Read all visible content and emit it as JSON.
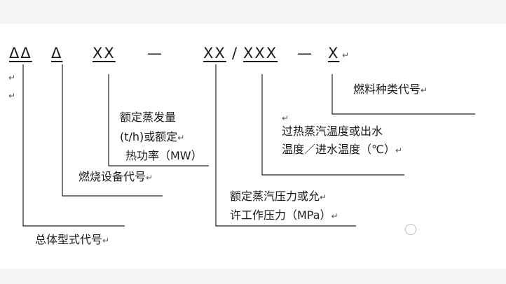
{
  "code_row": {
    "g1": "ΔΔ",
    "g2": "Δ",
    "g3": "XX",
    "dash1": "—",
    "g4": "XX",
    "slash": "/",
    "g5": "XXX",
    "dash2": "—",
    "g6": "X"
  },
  "labels": {
    "fuel": "燃料种类代号",
    "temp_line1": "过热蒸汽温度或出水",
    "temp_line2": "温度／进水温度（℃）",
    "capacity_line1": "额定蒸发量",
    "capacity_line2": "(t/h)或额定",
    "capacity_line3": "热功率（MW）",
    "equipment": "燃烧设备代号",
    "pressure_line1": "额定蒸汽压力或允",
    "pressure_line2": "许工作压力（MPa）",
    "overall": "总体型式代号"
  },
  "return_mark": "↵"
}
